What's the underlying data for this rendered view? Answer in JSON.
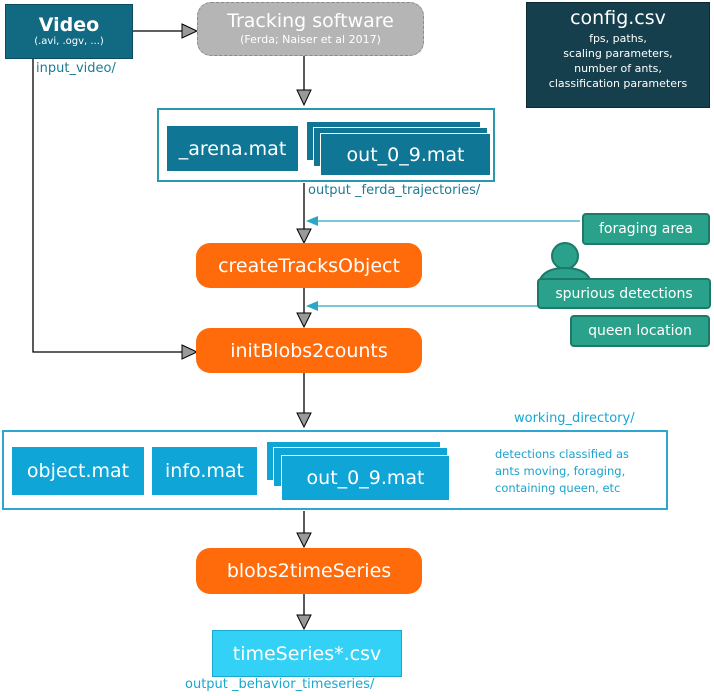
{
  "nodes": {
    "video": {
      "title": "Video",
      "subtitle": "(.avi, .ogv, ...)"
    },
    "tracking": {
      "title": "Tracking software",
      "subtitle": "(Ferda; Naiser et al 2017)"
    },
    "config": {
      "title": "config.csv",
      "lines": [
        "fps, paths,",
        "scaling parameters,",
        "number of ants,",
        "classification parameters"
      ]
    },
    "input_video_label": "input_video/",
    "ferda_output": {
      "arena": "_arena.mat",
      "out": "out_0_9.mat",
      "label": "output _ferda_trajectories/"
    },
    "create_tracks": "createTracksObject",
    "init_blobs": "initBlobs2counts",
    "blobs_timeseries": "blobs2timeSeries",
    "working_dir": {
      "label": "working_directory/",
      "object": "object.mat",
      "info": "info.mat",
      "out": "out_0_9.mat",
      "note": [
        "detections classified as",
        "ants moving, foraging,",
        "containing queen, etc"
      ]
    },
    "inputs": {
      "foraging": "foraging area",
      "spurious": "spurious detections",
      "queen": "queen location"
    },
    "timeseries": {
      "file": "timeSeries*.csv",
      "label": "output _behavior_timeseries/"
    }
  },
  "colors": {
    "teal_dark": "#116a82",
    "teal_box": "#0f7795",
    "cyan_box": "#0fa5d6",
    "orange": "#ff6b0a",
    "green": "#2aa18a",
    "light_cyan": "#33d1f6",
    "config_bg": "#153f4c",
    "gray": "#b5b5b5"
  },
  "icons": [
    "person-icon",
    "arrow-head-icon"
  ]
}
